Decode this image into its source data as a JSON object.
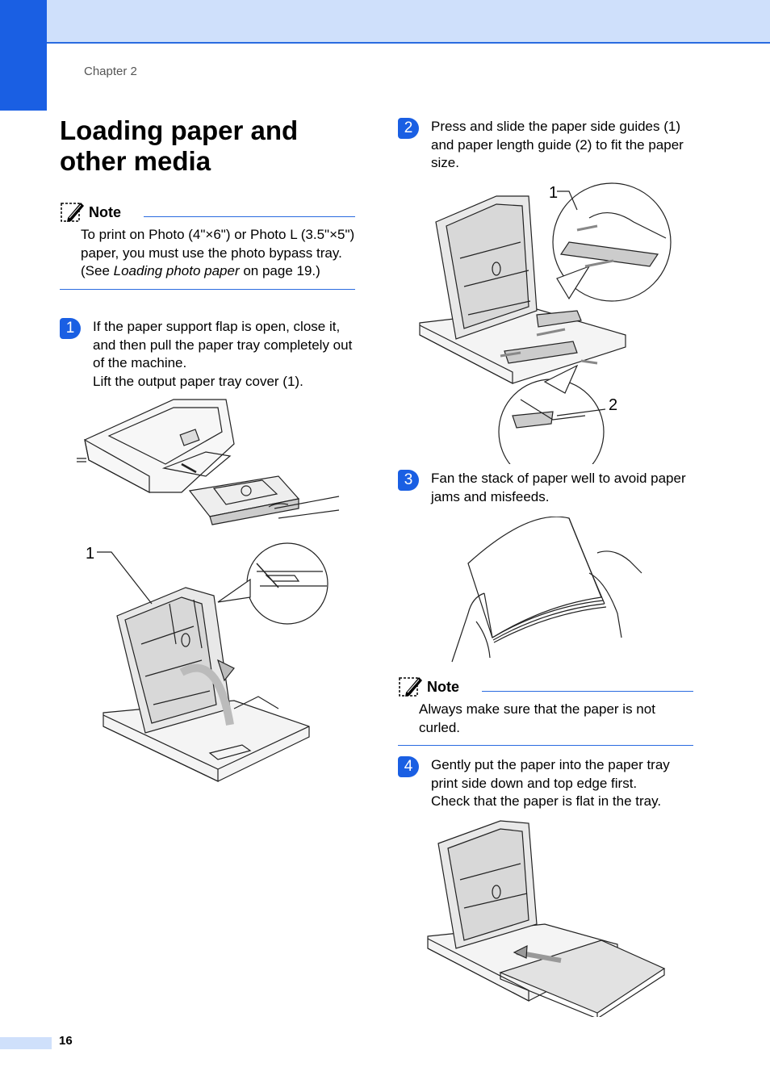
{
  "header": {
    "chapter": "Chapter 2"
  },
  "section": {
    "title": "Loading paper and other media"
  },
  "note1": {
    "label": "Note",
    "text_a": "To print on Photo (4\"×6\") or Photo L (3.5\"×5\") paper, you must use the photo bypass tray. (See ",
    "text_italic": "Loading photo paper",
    "text_b": " on page 19.)"
  },
  "steps": [
    {
      "num": "1",
      "lines": [
        "If the paper support flap is open, close it, and then pull the paper tray completely out of the machine.",
        "Lift the output paper tray cover (1)."
      ]
    },
    {
      "num": "2",
      "lines": [
        "Press and slide the paper side guides (1) and paper length guide (2) to fit the paper size."
      ]
    },
    {
      "num": "3",
      "lines": [
        "Fan the stack of paper well to avoid paper jams and misfeeds."
      ]
    },
    {
      "num": "4",
      "lines": [
        "Gently put the paper into the paper tray print side down and top edge first.",
        "Check that the paper is flat in the tray."
      ]
    }
  ],
  "note2": {
    "label": "Note",
    "text": "Always make sure that the paper is not curled."
  },
  "callouts": {
    "fig1b": "1",
    "fig2a": "1",
    "fig2b": "2"
  },
  "footer": {
    "page_number": "16"
  },
  "colors": {
    "accent": "#1a5fe3",
    "band": "#cfe0fb",
    "rule": "#2a6be0"
  }
}
